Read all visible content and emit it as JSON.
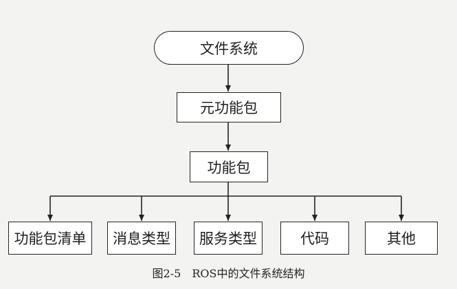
{
  "root": "文件系统",
  "metapackage": "元功能包",
  "package": "功能包",
  "children": [
    "功能包清单",
    "消息类型",
    "服务类型",
    "代码",
    "其他"
  ],
  "caption": "图2-5　ROS中的文件系统结构",
  "colors": {
    "line": "#222222",
    "box_fill": "#ffffff",
    "background": "#f3f3f1"
  }
}
